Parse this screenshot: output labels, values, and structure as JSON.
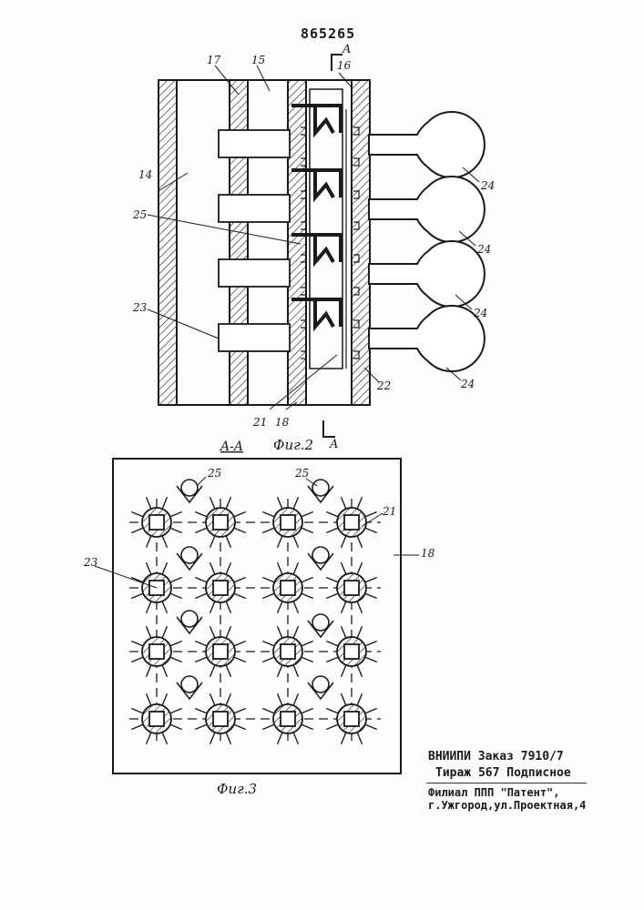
{
  "patent_number": "865265",
  "fig2": {
    "caption": "Фиг.2",
    "section_mark_top": "A",
    "section_mark_bottom": "A",
    "labels": {
      "l14": "14",
      "l15": "15",
      "l16": "16",
      "l17": "17",
      "l18": "18",
      "l21": "21",
      "l22": "22",
      "l23": "23",
      "l24a": "24",
      "l24b": "24",
      "l24c": "24",
      "l24d": "24",
      "l25": "25"
    }
  },
  "fig3": {
    "section_title": "A-A",
    "caption": "Фиг.3",
    "labels": {
      "l18": "18",
      "l21": "21",
      "l23": "23",
      "l25a": "25",
      "l25b": "25"
    }
  },
  "imprint": {
    "line1": "ВНИИПИ Заказ 7910/7",
    "line2": "Тираж 567 Подписное",
    "line3": "Филиал ППП \"Патент\",",
    "line4": "г.Ужгород,ул.Проектная,4"
  }
}
